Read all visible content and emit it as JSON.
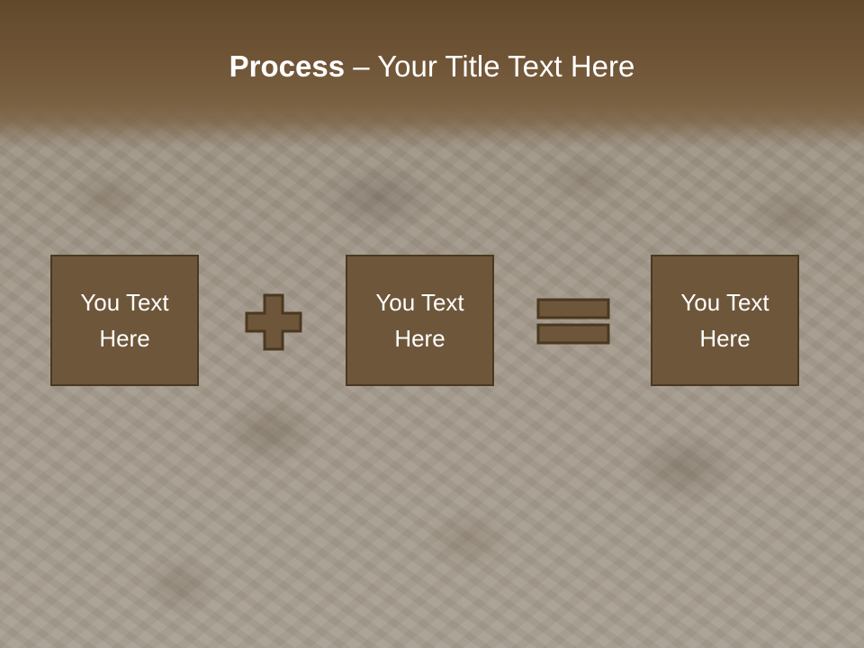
{
  "slide": {
    "title_bold": "Process",
    "title_rest": " – Your Title Text Here",
    "boxes": [
      {
        "text": "You Text Here"
      },
      {
        "text": "You Text Here"
      },
      {
        "text": "You Text Here"
      }
    ],
    "operators": {
      "first": "plus-icon",
      "second": "equals-icon"
    },
    "colors": {
      "box_fill": "#6e563a",
      "box_border": "#4a3820",
      "header": "#6f5436",
      "text": "#ffffff"
    }
  }
}
